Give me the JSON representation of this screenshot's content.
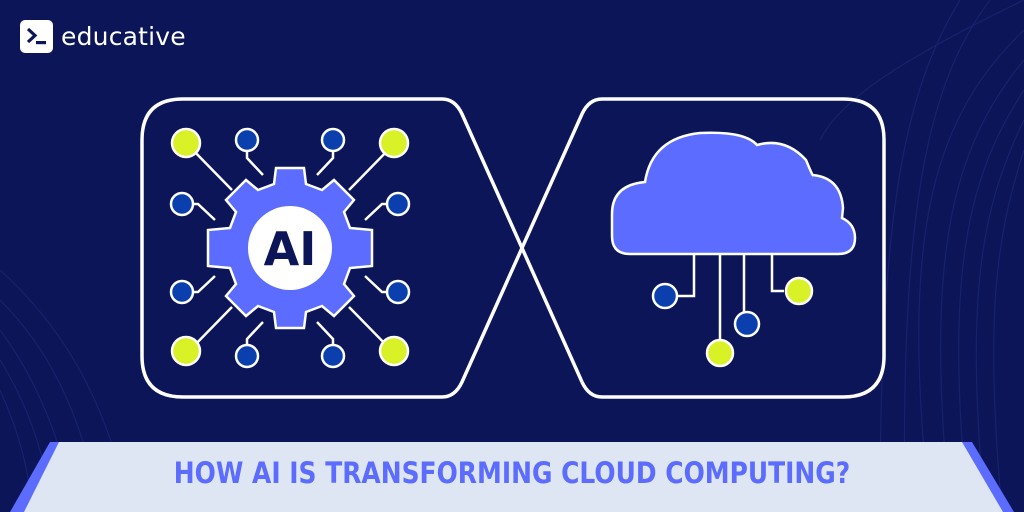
{
  "brand": {
    "name": "educative",
    "icon": "terminal-prompt-icon"
  },
  "left_panel": {
    "icon": "ai-gear-network-icon",
    "badge_text": "AI"
  },
  "right_panel": {
    "icon": "cloud-network-icon"
  },
  "banner": {
    "title": "HOW AI IS TRANSFORMING CLOUD COMPUTING?"
  },
  "colors": {
    "background": "#0b1558",
    "accent_blue": "#5b6cff",
    "node_dark_blue": "#0a3fad",
    "node_lime": "#d9f227",
    "banner_fill": "#dde6f2",
    "outline": "#ffffff"
  }
}
